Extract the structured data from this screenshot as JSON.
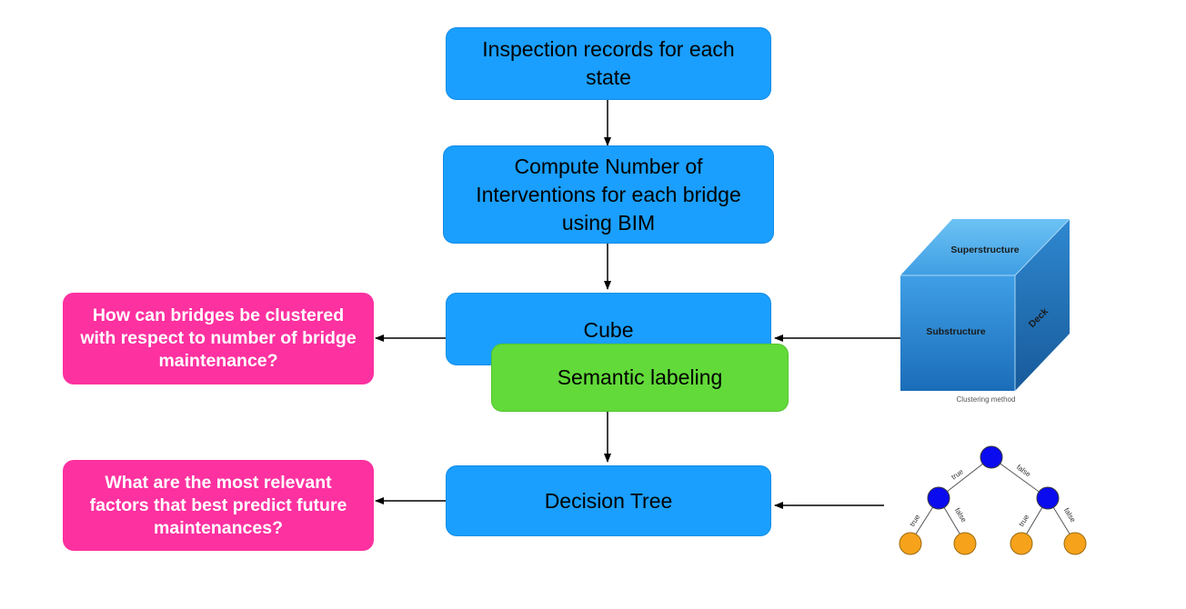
{
  "nodes": {
    "inspection": "Inspection records for each state",
    "compute": "Compute Number of Interventions for each bridge using BIM",
    "cube": "Cube",
    "semantic": "Semantic labeling",
    "decision_tree": "Decision Tree",
    "question_cluster": "How can bridges be clustered with respect to number of bridge maintenance?",
    "question_factors": "What are the most relevant factors that best predict future maintenances?"
  },
  "cube_illustration": {
    "top_label": "Superstructure",
    "front_label": "Substructure",
    "side_label": "Deck",
    "caption": "Clustering method"
  },
  "tree_illustration": {
    "edge_labels": [
      "true",
      "false",
      "true",
      "false",
      "true",
      "false"
    ]
  },
  "colors": {
    "process_box": "#1a9ffe",
    "question_box": "#fd31a0",
    "label_box": "#62da3a",
    "tree_internal_node": "#0b0bef",
    "tree_leaf_node": "#f7a21b"
  }
}
